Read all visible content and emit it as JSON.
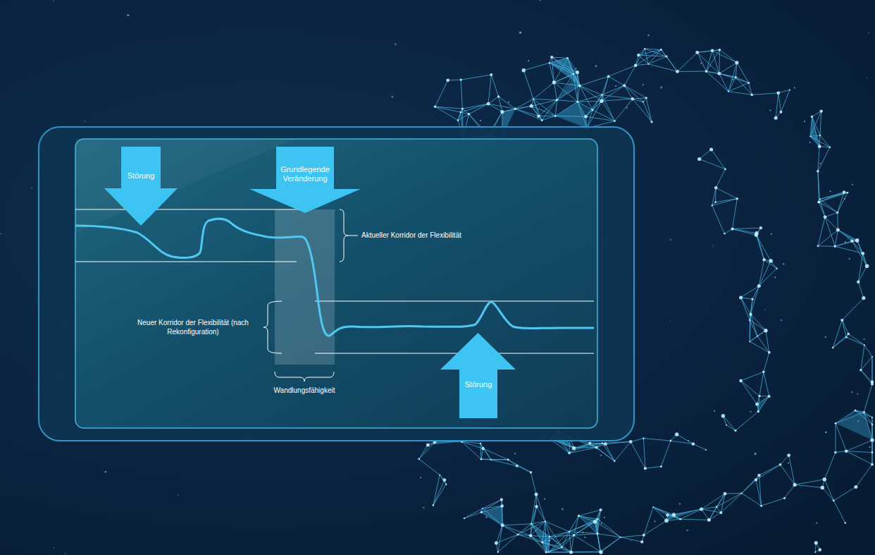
{
  "diagram": {
    "nodes": [
      {
        "text": [
          "Störung"
        ]
      },
      {
        "text": [
          "Grundlegende Veränderung"
        ]
      },
      {
        "text": [
          "Störung"
        ]
      }
    ],
    "labels": [
      "Aktueller Korridor der Flexibilität",
      "Neuer Korridor der Flexibilität (nach Rekonfiguration)",
      "Wandlungsfähigkeit"
    ]
  }
}
